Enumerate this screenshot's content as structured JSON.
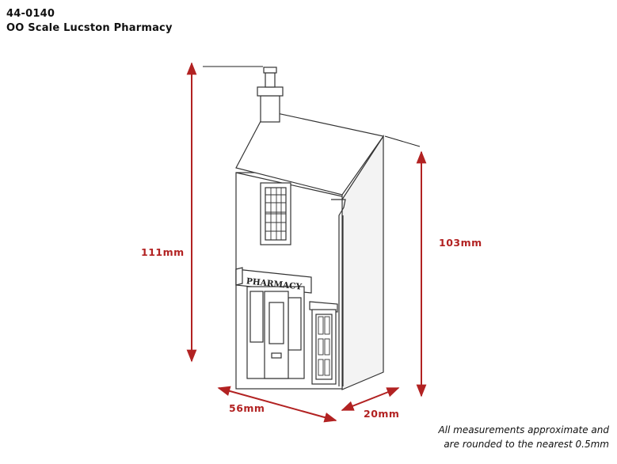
{
  "header": {
    "product_code": "44-0140",
    "title": "OO Scale Lucston Pharmacy"
  },
  "dimensions": {
    "height_total": "111mm",
    "height_eaves": "103mm",
    "width": "56mm",
    "depth": "20mm"
  },
  "building": {
    "shop_sign": "PHARMACY"
  },
  "note": {
    "line1": "All measurements approximate and",
    "line2": "are rounded to the nearest 0.5mm"
  },
  "colors": {
    "dimension": "#b22222",
    "outline": "#333333",
    "wall": "#ffffff",
    "side_wall": "#f3f3f3"
  }
}
